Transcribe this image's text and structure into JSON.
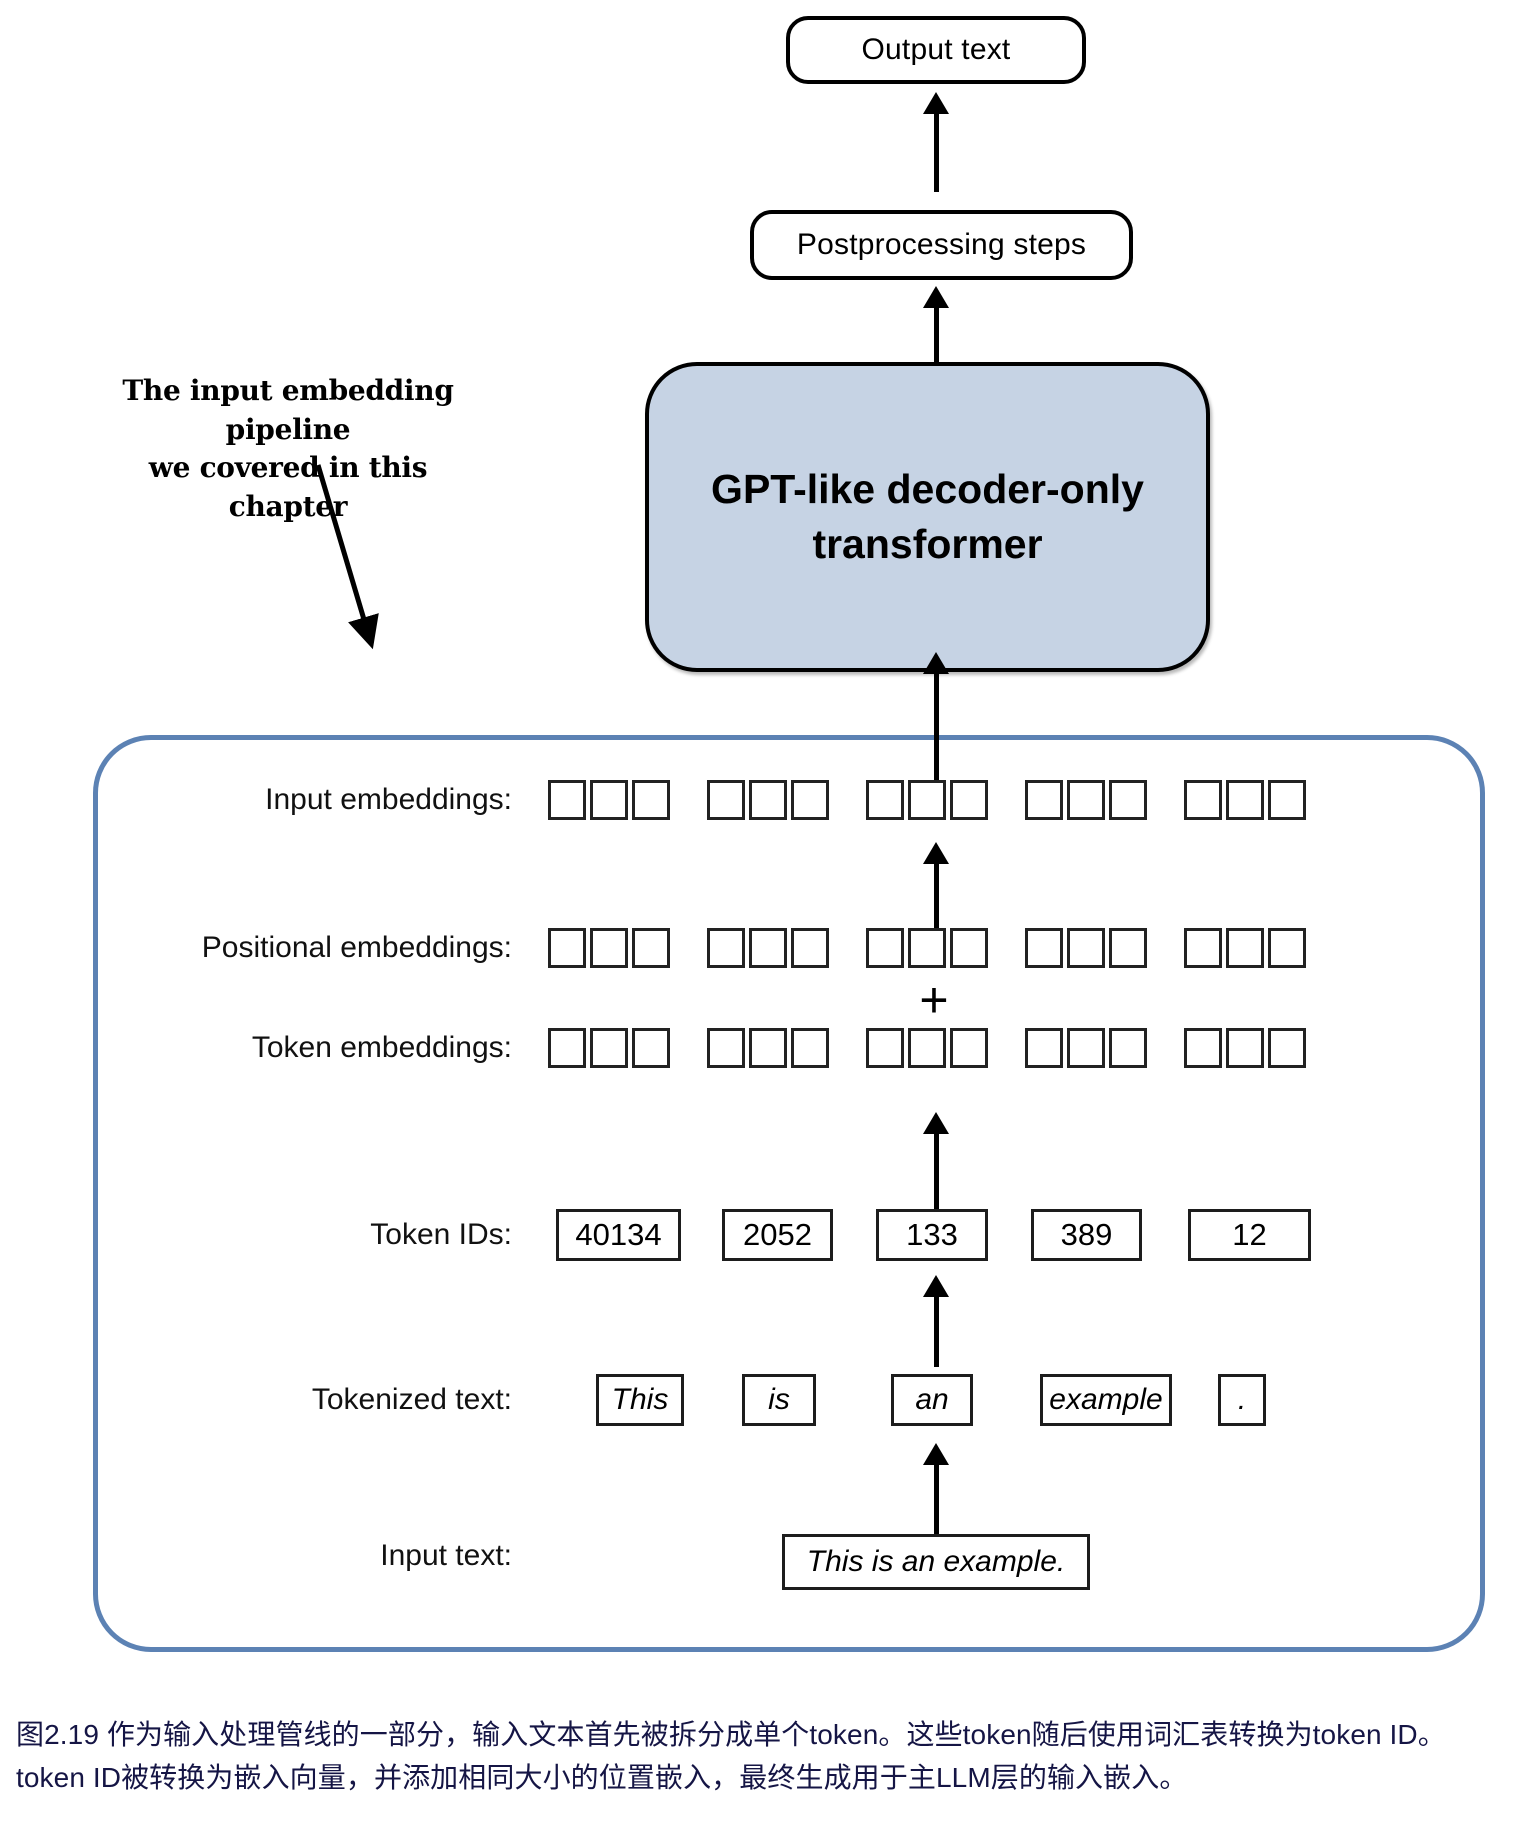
{
  "diagram": {
    "top_flow": {
      "output_box_label": "Output text",
      "postprocessing_box_label": "Postprocessing steps",
      "model_box_label": "GPT-like decoder-only transformer"
    },
    "annotation": {
      "line1": "The input embedding pipeline",
      "line2": "we covered in this chapter"
    },
    "rows": {
      "input_embeddings_label": "Input embeddings:",
      "positional_embeddings_label": "Positional embeddings:",
      "token_embeddings_label": "Token embeddings:",
      "token_ids_label": "Token IDs:",
      "tokenized_text_label": "Tokenized text:",
      "input_text_label": "Input text:"
    },
    "plus_symbol": "+",
    "token_ids": [
      "40134",
      "2052",
      "133",
      "389",
      "12"
    ],
    "tokenized_text": [
      "This",
      "is",
      "an",
      "example",
      "."
    ],
    "input_text": "This is an example.",
    "embedding_cells_per_group": 3,
    "embedding_groups": 5,
    "colors": {
      "model_box_fill": "#c6d3e4",
      "pipeline_border": "#5c82b4",
      "caption_text": "#151545",
      "stroke": "#000000"
    },
    "caption": "图2.19 作为输入处理管线的一部分，输入文本首先被拆分成单个token。这些token随后使用词汇表转换为token ID。token ID被转换为嵌入向量，并添加相同大小的位置嵌入，最终生成用于主LLM层的输入嵌入。"
  }
}
